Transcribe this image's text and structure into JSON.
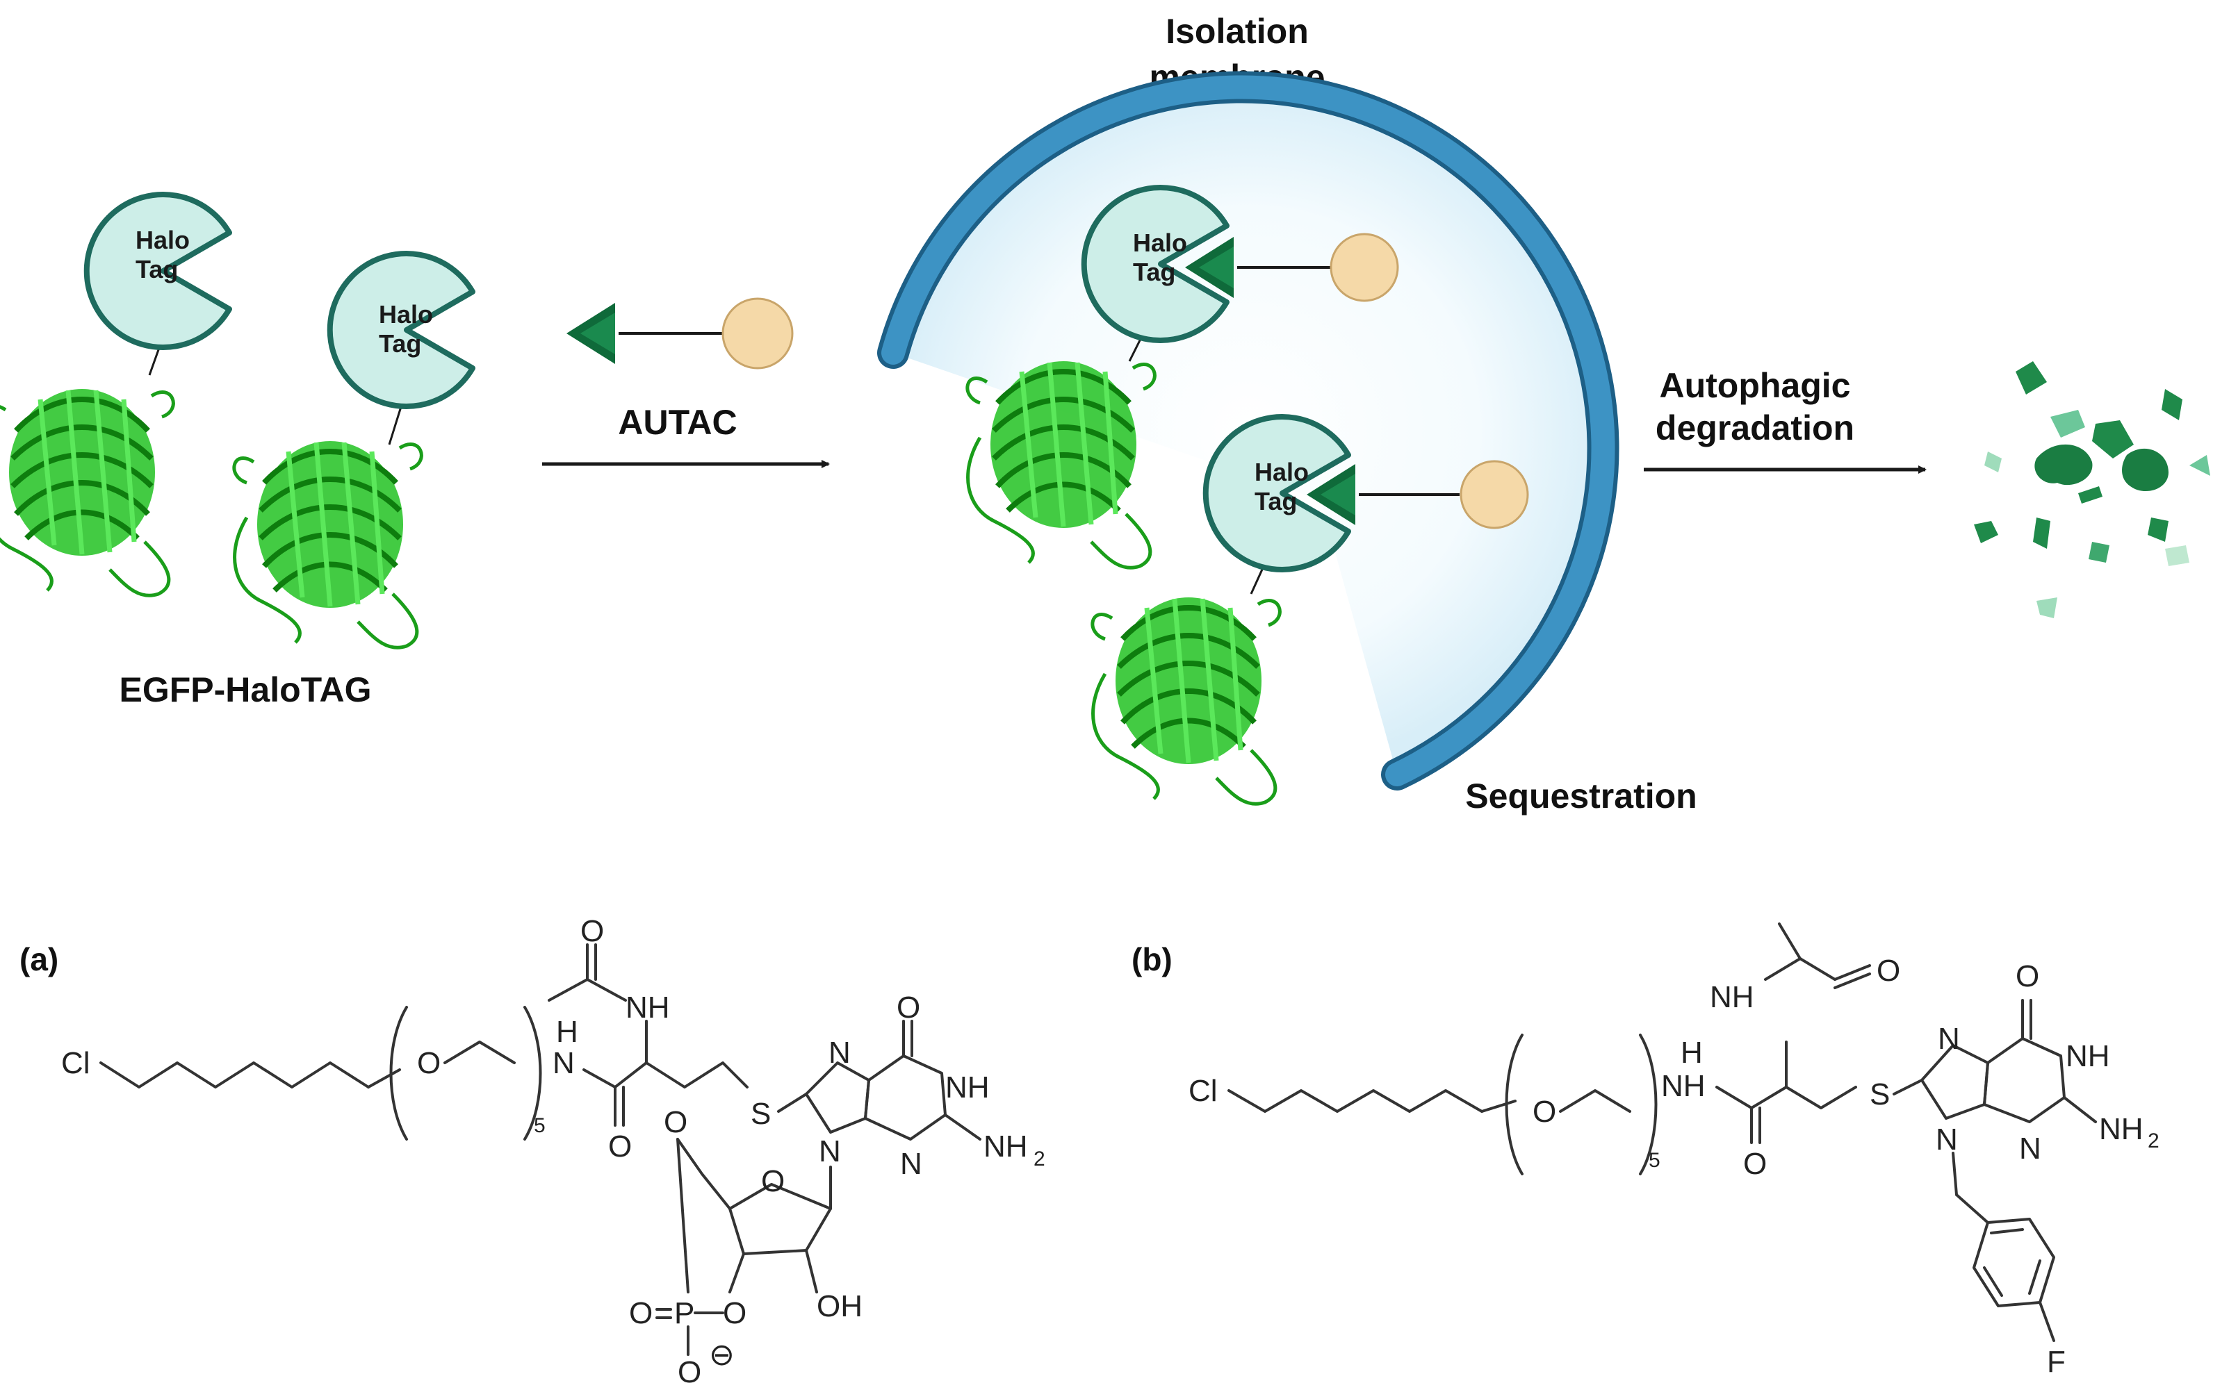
{
  "labels": {
    "halo_line1": "Halo",
    "halo_line2": "Tag",
    "egfp": "EGFP-HaloTAG",
    "autac": "AUTAC",
    "isolation_line1": "Isolation",
    "isolation_line2": "membrane",
    "sequestration": "Sequestration",
    "autophagic_line1": "Autophagic",
    "autophagic_line2": "degradation"
  },
  "panels": {
    "a": "(a)",
    "b": "(b)"
  },
  "chem_text": {
    "cl": "Cl",
    "o": "O",
    "nh": "NH",
    "h": "H",
    "n": "N",
    "s": "S",
    "oh": "OH",
    "nh2": "NH",
    "sub2": "2",
    "sub5": "5",
    "p": "P",
    "f": "F",
    "minus": "⊖"
  },
  "colors": {
    "halo_fill": "#cdeee8",
    "halo_stroke": "#1e6b5e",
    "egfp_green": "#1fbf1f",
    "membrane": "#2e7fae",
    "ligand_dark": "#0f6a3a",
    "ligand_tan": "#f5d9a8",
    "arrow": "#1a1a1a"
  }
}
